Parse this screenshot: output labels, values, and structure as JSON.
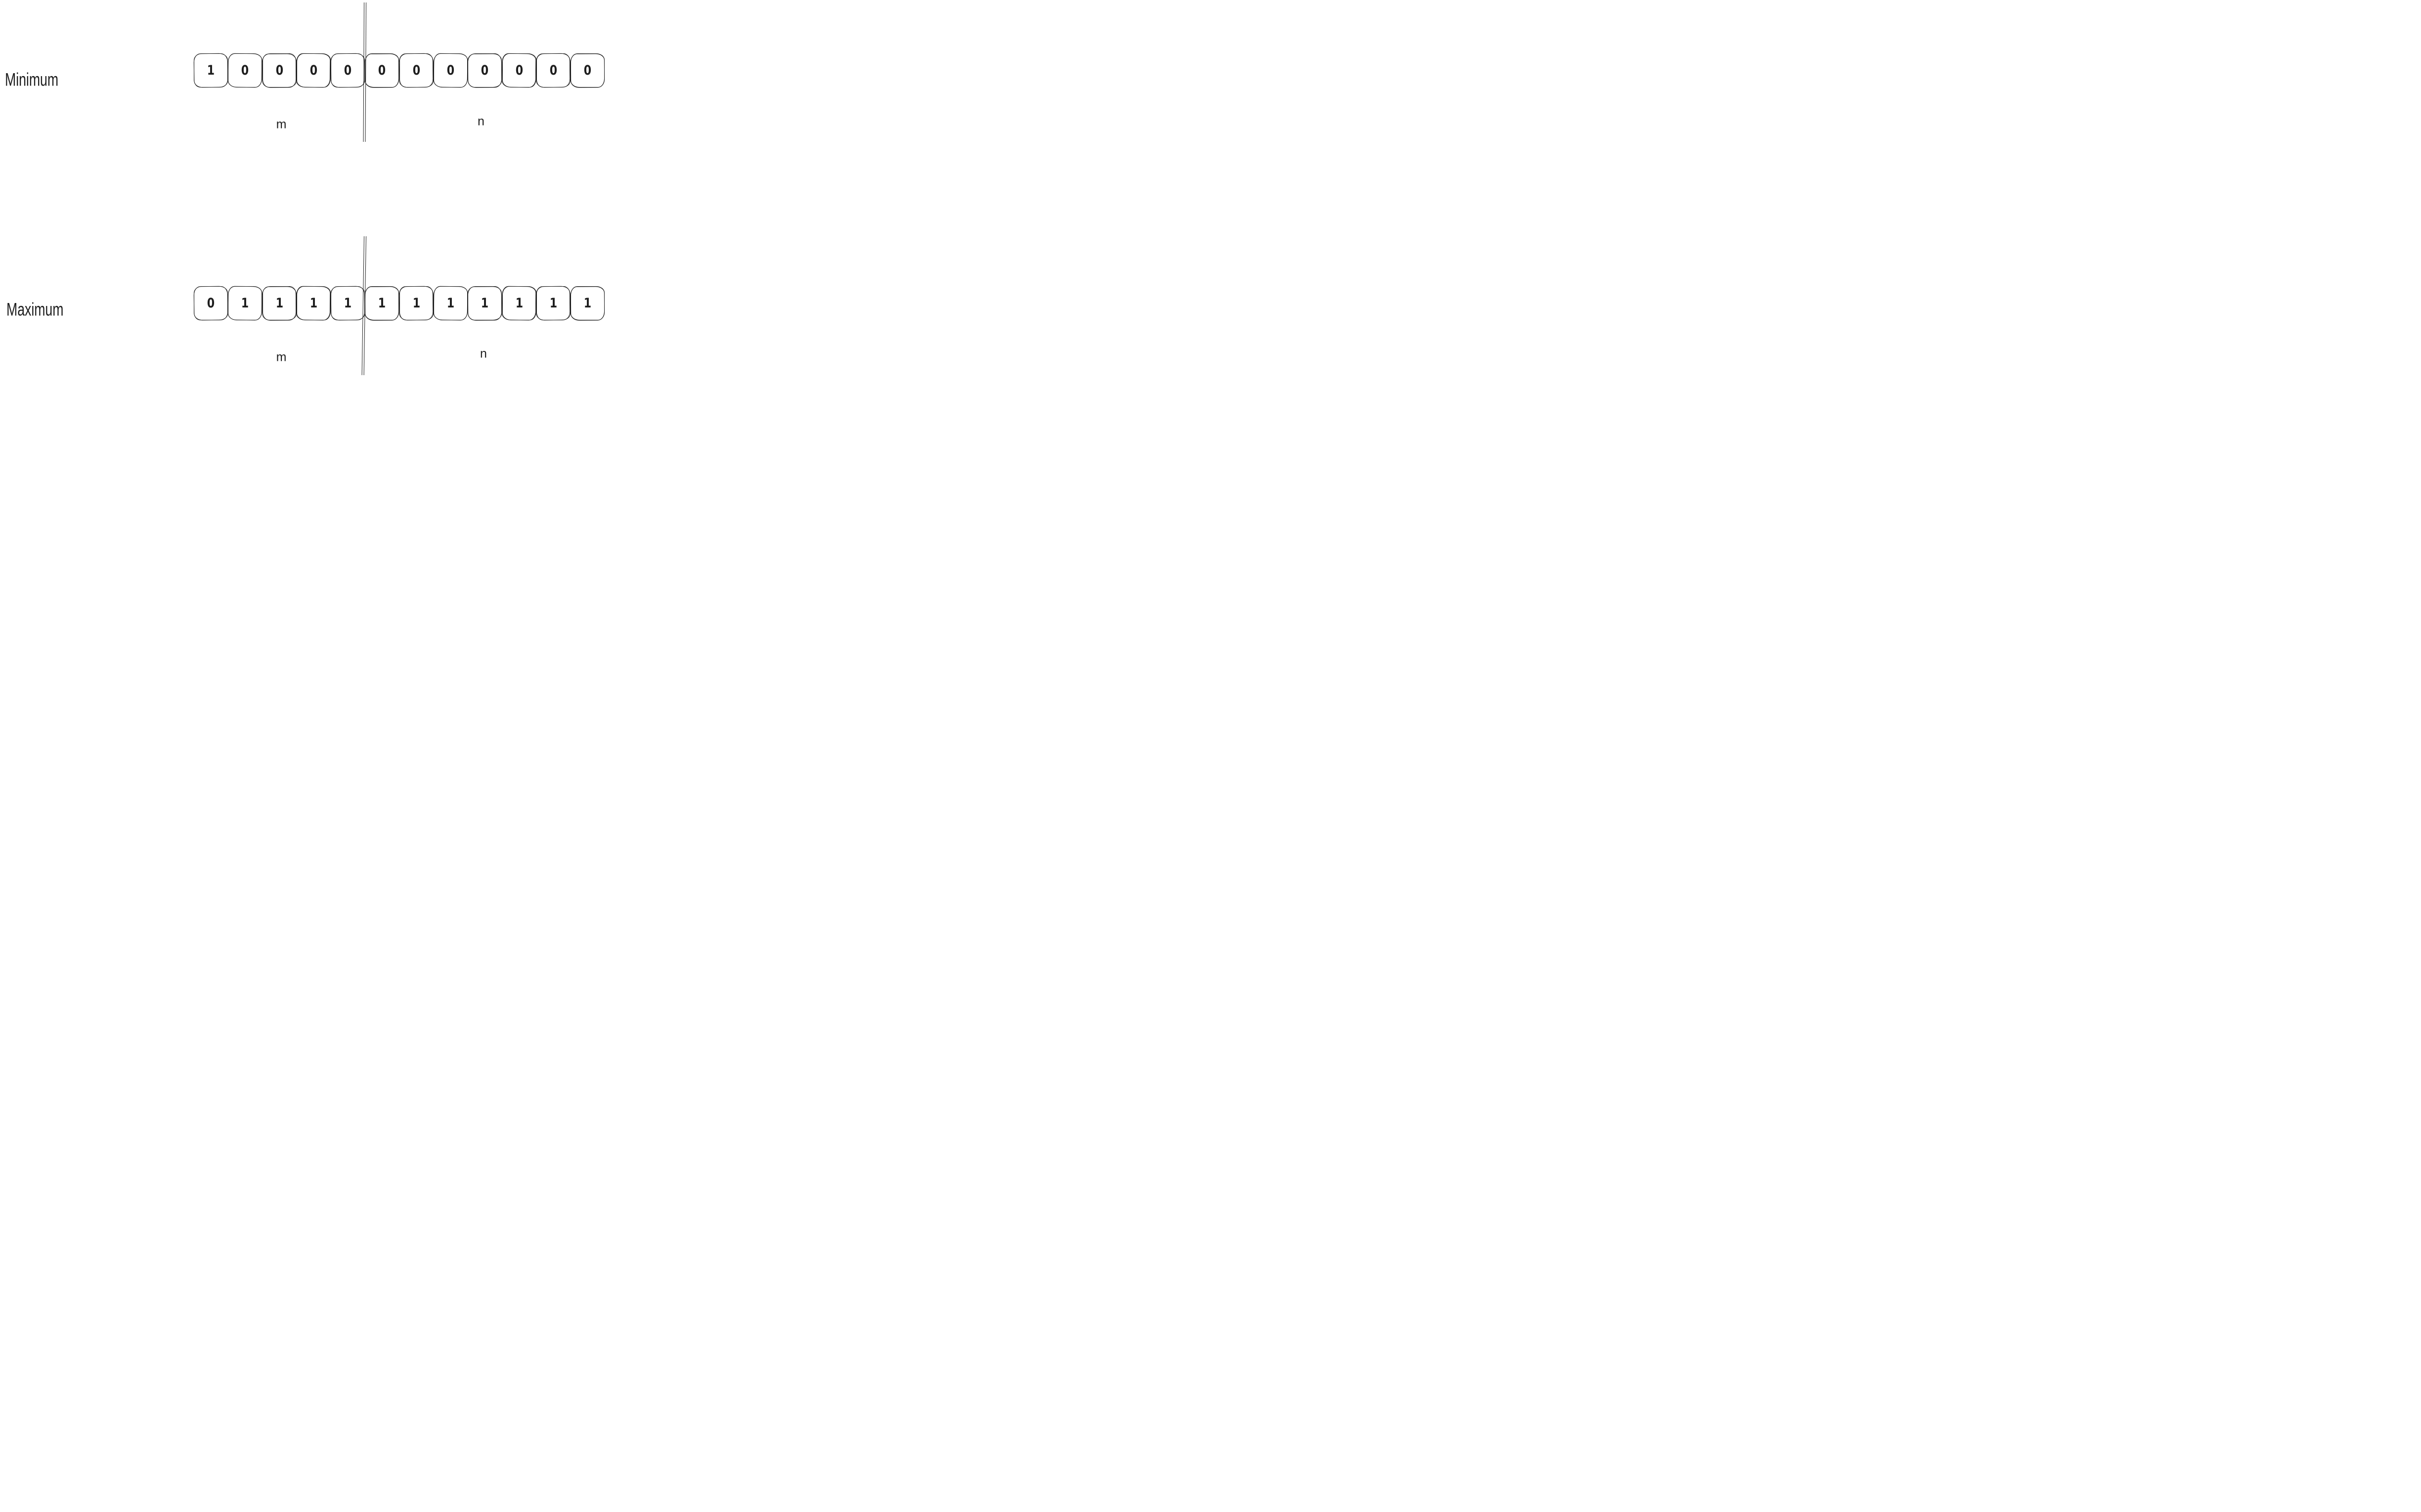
{
  "colors": {
    "ink": "#1e1e1e",
    "background": "#ffffff"
  },
  "rows": [
    {
      "label": "Minimum",
      "bits": [
        "1",
        "0",
        "0",
        "0",
        "0",
        "0",
        "0",
        "0",
        "0",
        "0",
        "0",
        "0"
      ],
      "split_after": 5,
      "group_labels": {
        "left": "m",
        "right": "n"
      }
    },
    {
      "label": "Maximum",
      "bits": [
        "0",
        "1",
        "1",
        "1",
        "1",
        "1",
        "1",
        "1",
        "1",
        "1",
        "1",
        "1"
      ],
      "split_after": 5,
      "group_labels": {
        "left": "m",
        "right": "n"
      }
    }
  ]
}
